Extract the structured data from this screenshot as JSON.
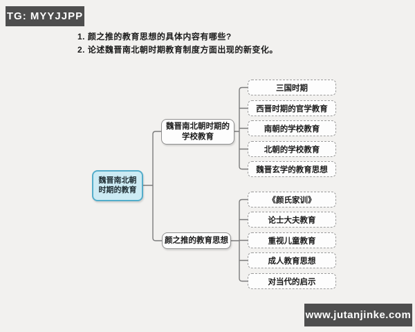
{
  "watermark_top": {
    "label": "TG: MYYJJPP"
  },
  "watermark_bottom": {
    "label": "www.jutanjinke.com"
  },
  "questions": [
    "1. 颜之推的教育思想的具体内容有哪些?",
    "2. 论述魏晋南北朝时期教育制度方面出现的新变化。"
  ],
  "mindmap": {
    "root": {
      "lines": [
        "魏晋南北朝",
        "时期的教育"
      ]
    },
    "branches": [
      {
        "label_lines": [
          "魏晋南北朝时期的",
          "学校教育"
        ],
        "children": [
          "三国时期",
          "西晋时期的官学教育",
          "南朝的学校教育",
          "北朝的学校教育",
          "魏晋玄学的教育思想"
        ]
      },
      {
        "label": "颜之推的教育思想",
        "children": [
          "《颜氏家训》",
          "论士大夫教育",
          "重视儿童教育",
          "成人教育思想",
          "对当代的启示"
        ]
      }
    ]
  },
  "colors": {
    "background": "#f2f1ef",
    "badge_bg": "#4e4e4e",
    "badge_text": "#ffffff",
    "root_fill": "#cdebf4",
    "root_border": "#54adca",
    "node_border": "#8f8f8f",
    "leaf_border": "#9a9a9a",
    "line": "#7b7b7b",
    "text": "#1b1b1b"
  }
}
